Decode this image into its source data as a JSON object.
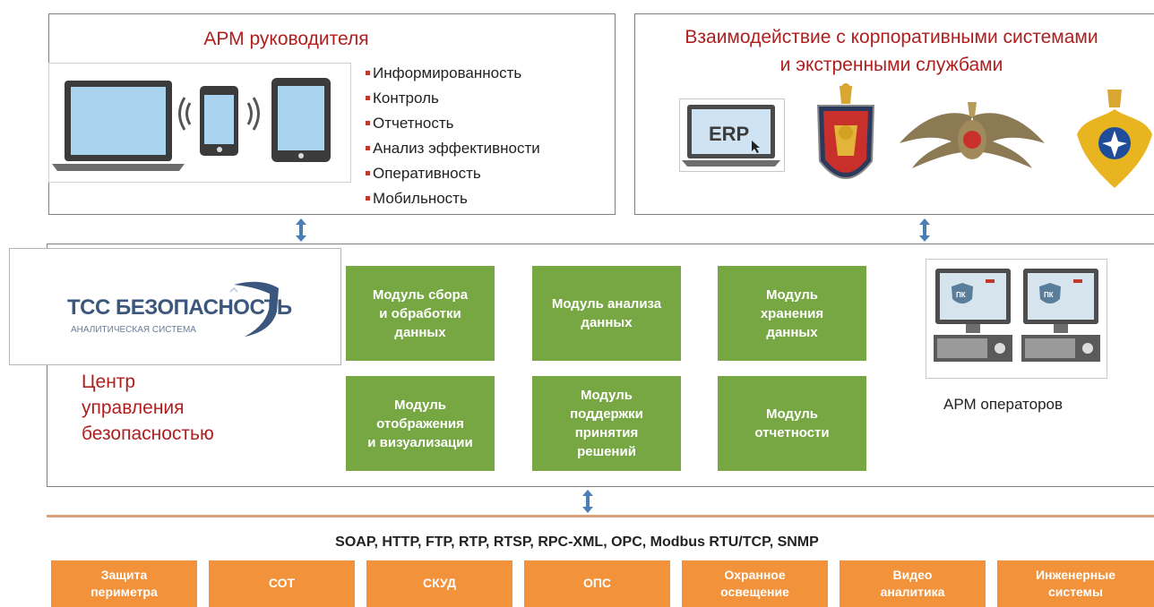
{
  "arm_manager": {
    "title": "АРМ руководителя",
    "bullets": [
      "Информированность",
      "Контроль",
      "Отчетность",
      "Анализ эффективности",
      "Оперативность",
      "Мобильность"
    ]
  },
  "interaction": {
    "title_line1": "Взаимодействие с  корпоративными системами",
    "title_line2": "и экстренными службами",
    "erp_label": "ERP"
  },
  "logo": {
    "name": "ТСС БЕЗОПАСНОСТЬ",
    "subtitle": "АНАЛИТИЧЕСКАЯ СИСТЕМА"
  },
  "center": {
    "title": "Центр\nуправления\nбезопасностью"
  },
  "modules": [
    "Модуль сбора\nи обработки\nданных",
    "Модуль анализа\nданных",
    "Модуль\nхранения\nданных",
    "Модуль\nотображения\nи визуализации",
    "Модуль\nподдержки\nпринятия\nрешений",
    "Модуль\nотчетности"
  ],
  "operators": {
    "label": "АРМ операторов",
    "screen_label": "ПК"
  },
  "protocols": "SOAP, HTTP, FTP, RTP, RTSP, RPC-XML, OPC, Modbus RTU/TCP, SNMP",
  "subsystems": [
    "Защита\nпериметра",
    "СОТ",
    "СКУД",
    "ОПС",
    "Охранное\nосвещение",
    "Видео\nаналитика",
    "Инженерные\nсистемы"
  ],
  "colors": {
    "module_green": "#77a743",
    "subsystem_orange": "#f2923a",
    "title_red": "#b01e1e",
    "arrow_blue": "#4a7fb5"
  }
}
